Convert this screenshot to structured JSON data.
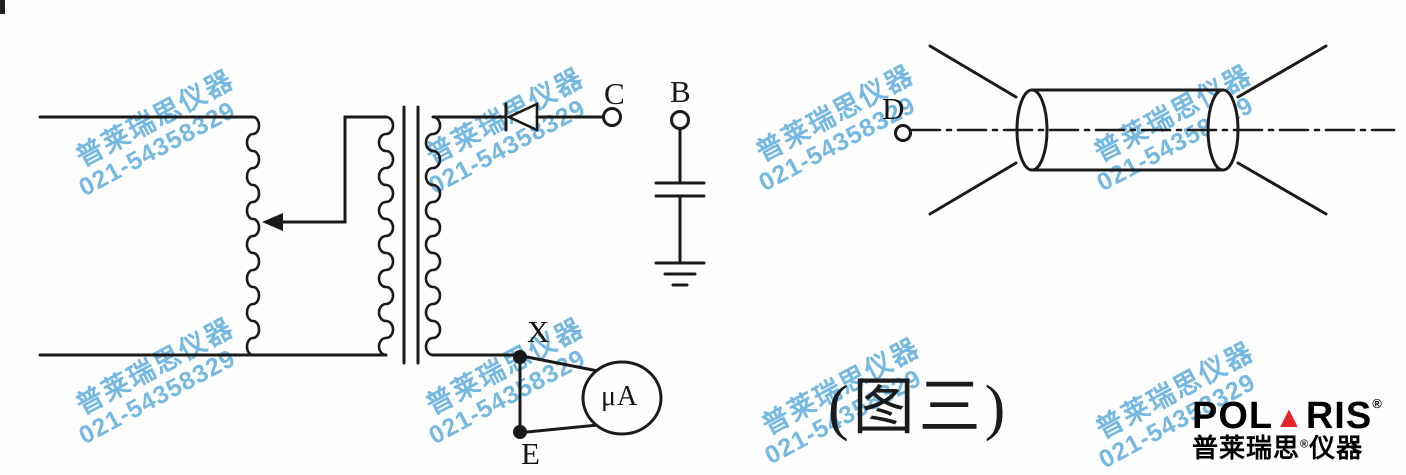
{
  "figure": {
    "caption": "(图三)",
    "line_color": "#1a1a1a",
    "labels": {
      "c": "C",
      "b": "B",
      "x": "X",
      "e": "E",
      "d": "D",
      "meter": "μA"
    }
  },
  "watermark": {
    "line1": "普莱瑞思仪器",
    "line2": "021-54358329",
    "color": "#58a9dd"
  },
  "brand": {
    "name_pre": "POL",
    "name_triangle": "▲",
    "name_post": "RIS",
    "registered": "®",
    "accent_color": "#e62129",
    "cn_pre": "普莱瑞思",
    "cn_reg": "®",
    "cn_post": "仪器"
  }
}
